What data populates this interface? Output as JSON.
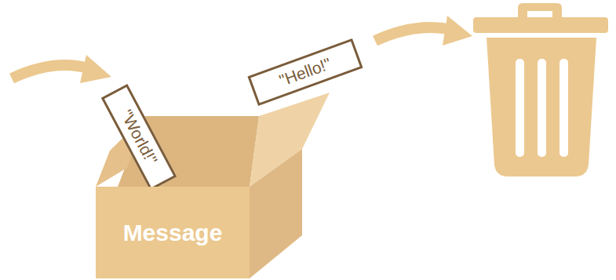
{
  "diagram": {
    "nodes": [
      {
        "text": [
          "Message"
        ]
      },
      {
        "text": [
          "\"World!\""
        ]
      },
      {
        "text": [
          "\"Hello!\""
        ]
      }
    ]
  }
}
